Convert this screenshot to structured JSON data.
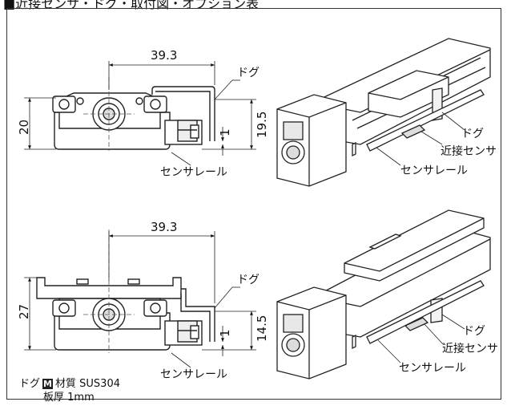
{
  "header": {
    "title": "■近接センサ・ドグ・取付図・オプション表"
  },
  "views": [
    {
      "id": "top",
      "width_dim": "39.3",
      "height_dim": "20",
      "gap_dim": "1",
      "sensor_dim": "19.5",
      "dog_label": "ドグ",
      "rail_label": "センサレール",
      "iso_dog_label": "ドグ",
      "iso_sensor_label": "近接センサ",
      "iso_rail_label": "センサレール"
    },
    {
      "id": "bottom",
      "width_dim": "39.3",
      "height_dim": "27",
      "gap_dim": "1",
      "sensor_dim": "14.5",
      "dog_label": "ドグ",
      "rail_label": "センサレール",
      "iso_dog_label": "ドグ",
      "iso_sensor_label": "近接センサ",
      "iso_rail_label": "センサレール"
    }
  ],
  "material": {
    "dog": "ドグ",
    "badge": "M",
    "material_label": "材質 SUS304",
    "thickness": "板厚 1mm"
  }
}
